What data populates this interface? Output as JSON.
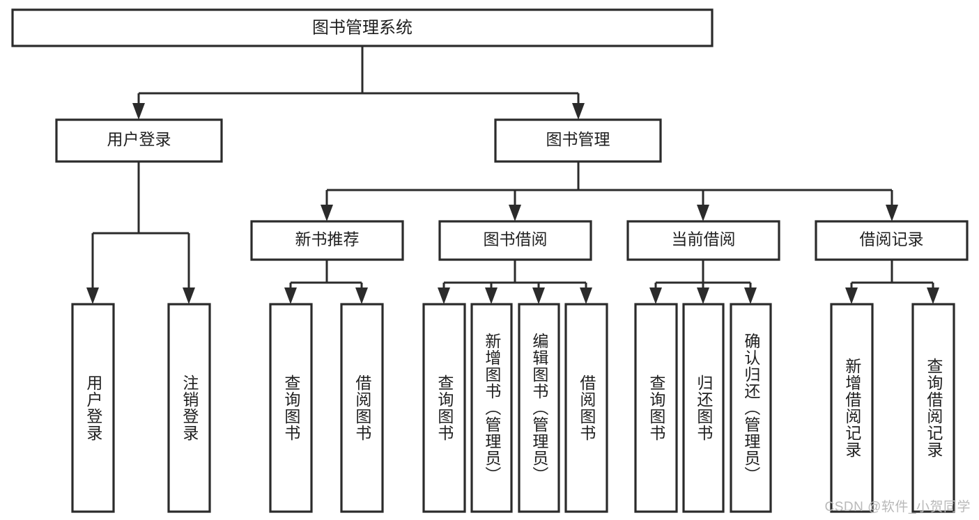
{
  "diagram": {
    "title": "图书管理系统",
    "type": "tree-hierarchy-flowchart",
    "watermark": "CSDN @软件_小贺同学",
    "colors": {
      "stroke": "#2b2b2b",
      "fill": "#ffffff",
      "text": "#1f1f1f",
      "watermark": "#b9b9b9"
    },
    "root": {
      "label": "图书管理系统"
    },
    "level2": [
      {
        "label": "用户登录"
      },
      {
        "label": "图书管理"
      }
    ],
    "level3": [
      {
        "label": "新书推荐"
      },
      {
        "label": "图书借阅"
      },
      {
        "label": "当前借阅"
      },
      {
        "label": "借阅记录"
      }
    ],
    "leaves": [
      {
        "label": "用户登录",
        "parent": "用户登录"
      },
      {
        "label": "注销登录",
        "parent": "用户登录"
      },
      {
        "label": "查询图书",
        "parent": "新书推荐"
      },
      {
        "label": "借阅图书",
        "parent": "新书推荐"
      },
      {
        "label": "查询图书",
        "parent": "图书借阅"
      },
      {
        "label": "新增图书（管理员）",
        "parent": "图书借阅"
      },
      {
        "label": "编辑图书（管理员）",
        "parent": "图书借阅"
      },
      {
        "label": "借阅图书",
        "parent": "图书借阅"
      },
      {
        "label": "查询图书",
        "parent": "当前借阅"
      },
      {
        "label": "归还图书",
        "parent": "当前借阅"
      },
      {
        "label": "确认归还（管理员）",
        "parent": "当前借阅"
      },
      {
        "label": "新增借阅记录",
        "parent": "借阅记录"
      },
      {
        "label": "查询借阅记录",
        "parent": "借阅记录"
      }
    ]
  }
}
